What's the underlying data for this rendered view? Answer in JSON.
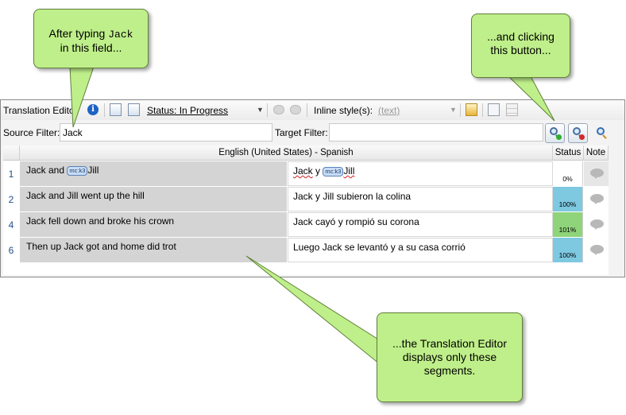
{
  "toolbar": {
    "title": "Translation Editor",
    "status_label": "Status: In Progress",
    "inline_style_label": "Inline style(s):",
    "inline_style_value": "(text)"
  },
  "filters": {
    "source_label": "Source Filter:",
    "source_value": "Jack",
    "target_label": "Target Filter:",
    "target_value": ""
  },
  "grid": {
    "language_header": "English (United States) - Spanish",
    "status_header": "Status",
    "note_header": "Note",
    "rows": [
      {
        "num": "1",
        "source_pre": "Jack and ",
        "source_tag": "mc:k3",
        "source_post": "Jill",
        "target_pre": "Jack",
        "target_mid": " y ",
        "target_tag": "mc:k3",
        "target_post": "Jill",
        "status": "0%",
        "status_color": "#ffffff"
      },
      {
        "num": "2",
        "source": "Jack and Jill went up the hill",
        "target": "Jack y Jill subieron la colina",
        "status": "100%",
        "status_color": "#7ec8e0"
      },
      {
        "num": "4",
        "source": "Jack fell down and broke his crown",
        "target": "Jack cayó y rompió su corona",
        "status": "101%",
        "status_color": "#8fd47a"
      },
      {
        "num": "6",
        "source": "Then up Jack got and home did trot",
        "target": "Luego Jack se levantó y a su casa corrió",
        "status": "100%",
        "status_color": "#7ec8e0"
      }
    ]
  },
  "callouts": {
    "typing_pre": "After typing ",
    "typing_code": "Jack",
    "typing_post": "in this field...",
    "clicking": "...and clicking this button...",
    "result": "...the Translation Editor displays only these segments."
  }
}
